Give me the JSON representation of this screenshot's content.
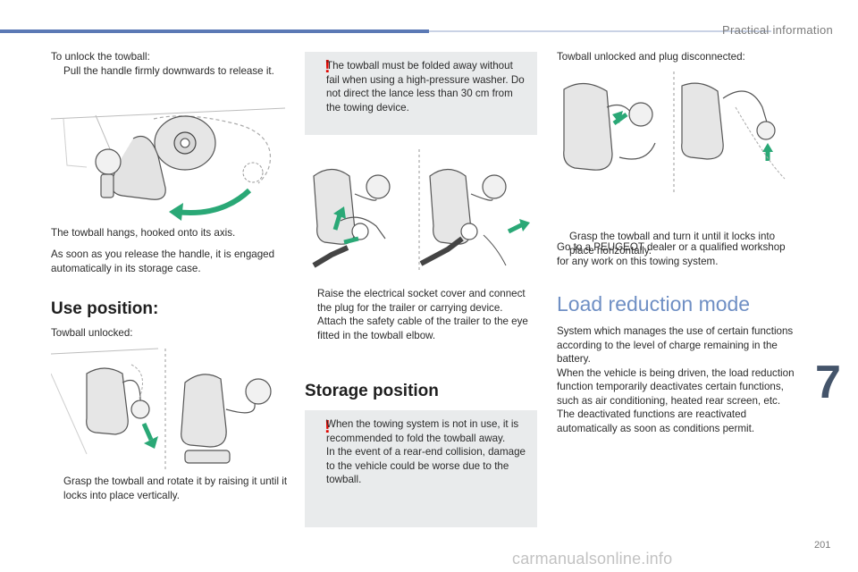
{
  "header": {
    "section": "Practical information"
  },
  "col1": {
    "unlock_title": "To unlock the towball:",
    "unlock_step": "Pull the handle firmly downwards to release it.",
    "hangs": "The towball hangs, hooked onto its axis.",
    "release": "As soon as you release the handle, it is engaged automatically in its storage case.",
    "use_heading": "Use position:",
    "unlocked": "Towball unlocked:",
    "grasp_rotate": "Grasp the towball and rotate it by raising it until it locks into place vertically."
  },
  "col2": {
    "warning1": "The towball must be folded away without fail when using a high-pressure washer. Do not direct the lance less than 30 cm from the towing device.",
    "raise": "Raise the electrical socket cover and connect the plug for the trailer or carrying device.",
    "attach": "Attach the safety cable of the trailer to the eye fitted in the towball elbow.",
    "storage_heading": "Storage position",
    "warning2_a": "When the towing system is not in use, it is recommended to fold the towball away.",
    "warning2_b": "In the event of a rear-end collision, damage to the vehicle could be worse due to the towball."
  },
  "col3": {
    "unlocked_unplugged": "Towball unlocked and plug disconnected:",
    "grasp_turn": "Grasp the towball and turn it until it locks into place horizontally.",
    "dealer": "Go to a PEUGEOT dealer or a qualified workshop for any work on this towing system.",
    "load_heading": "Load reduction mode",
    "load_p1": "System which manages the use of certain functions according to the level of charge remaining in the battery.",
    "load_p2": "When the vehicle is being driven, the load reduction function temporarily deactivates certain functions, such as air conditioning, heated rear screen, etc.",
    "load_p3": "The deactivated functions are reactivated automatically as soon as conditions permit."
  },
  "glyphs": {
    "bullet": "",
    "warning": "!"
  },
  "chapter_tab": "7",
  "page_number": "201",
  "watermark": "carmanualsonline.info",
  "colors": {
    "accent": "#5b79b5",
    "warning": "#e10600",
    "highlight_green": "#2aa876",
    "title_blue": "#6f8fc4"
  }
}
